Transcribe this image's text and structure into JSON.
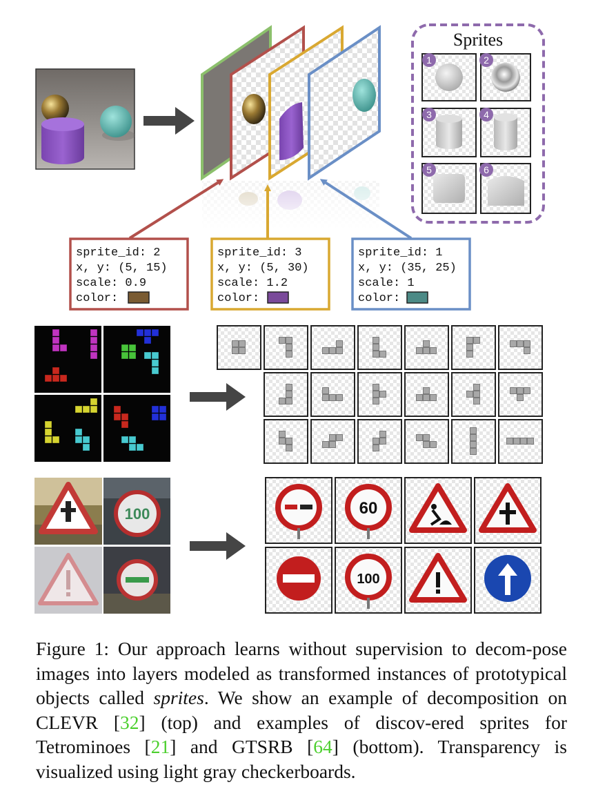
{
  "figure": {
    "sprites_title": "Sprites",
    "sprite_numbers": [
      "1",
      "2",
      "3",
      "4",
      "5",
      "6"
    ],
    "param_boxes": [
      {
        "lines": [
          "sprite_id: 2",
          "x, y: (5, 15)",
          "scale: 0.9",
          "color: "
        ],
        "border": "#b2504b",
        "swatch": "#7a5b32"
      },
      {
        "lines": [
          "sprite_id: 3",
          "x, y: (5, 30)",
          "scale: 1.2",
          "color: "
        ],
        "border": "#d9a831",
        "swatch": "#7a4a9a"
      },
      {
        "lines": [
          "sprite_id: 1",
          "x, y: (35, 25)",
          "scale: 1",
          "color: "
        ],
        "border": "#6a8fc6",
        "swatch": "#4c8a86"
      }
    ],
    "layer_colors": [
      "#8cc06c",
      "#b2504b",
      "#d9a831",
      "#6a8fc6"
    ],
    "sprite_panel_color": "#8e6aac",
    "clevr_colors": {
      "gold_sphere": "#8c6b2a",
      "purple_cylinder": "#8a55c0",
      "teal_sphere": "#58b6b0"
    },
    "signs": [
      {
        "type": "no-passing"
      },
      {
        "type": "limit",
        "text": "60"
      },
      {
        "type": "warning-roadwork"
      },
      {
        "type": "warning-junction"
      },
      {
        "type": "no-entry"
      },
      {
        "type": "limit",
        "text": "100"
      },
      {
        "type": "warning-exclamation"
      },
      {
        "type": "ahead"
      }
    ],
    "input_sign_texts": [
      "100"
    ]
  },
  "caption": {
    "seg1": "Figure 1: Our approach learns without supervision to decom-pose images into layers modeled as transformed instances of prototypical objects called ",
    "em": "sprites",
    "seg2": ". We show an example of decomposition on CLEVR [",
    "ref1": "32",
    "seg3": "] (top) and examples of discov-ered sprites for Tetrominoes [",
    "ref2": "21",
    "seg4": "] and GTSRB [",
    "ref3": "64",
    "seg5": "] (bottom). Transparency is visualized using light gray checkerboards."
  }
}
